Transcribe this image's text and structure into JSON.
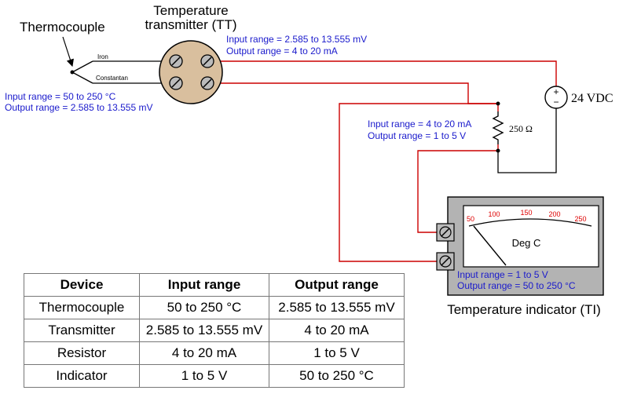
{
  "labels": {
    "thermocouple": "Thermocouple",
    "tt_line1": "Temperature",
    "tt_line2": "transmitter (TT)",
    "iron": "Iron",
    "constantan": "Constantan",
    "tc_input": "Input range = 50 to 250 °C",
    "tc_output": "Output range = 2.585 to 13.555 mV",
    "tt_input": "Input range = 2.585 to 13.555 mV",
    "tt_output": "Output range = 4 to 20 mA",
    "r_input": "Input range = 4 to 20 mA",
    "r_output": "Output range = 1 to 5 V",
    "resistor": "250 Ω",
    "supply": "24 VDC",
    "supply_plus": "+",
    "supply_minus": "−",
    "ti_input": "Input range = 1 to 5 V",
    "ti_output": "Output range = 50 to 250 °C",
    "ti_name": "Temperature indicator (TI)",
    "meter_unit": "Deg C",
    "meter_scale": [
      "50",
      "100",
      "150",
      "200",
      "250"
    ]
  },
  "table": {
    "headers": [
      "Device",
      "Input range",
      "Output range"
    ],
    "rows": [
      [
        "Thermocouple",
        "50 to 250 °C",
        "2.585 to 13.555 mV"
      ],
      [
        "Transmitter",
        "2.585 to 13.555 mV",
        "4 to 20 mA"
      ],
      [
        "Resistor",
        "4 to 20 mA",
        "1 to 5 V"
      ],
      [
        "Indicator",
        "1 to 5 V",
        "50 to 250 °C"
      ]
    ]
  },
  "colors": {
    "wire": "#cc0000",
    "wire_black": "#000000",
    "annotation": "#1a1acc",
    "transmitter_body": "#d9bf9e",
    "indicator_case": "#b3b3b3",
    "meter_scale": "#dd0000"
  }
}
